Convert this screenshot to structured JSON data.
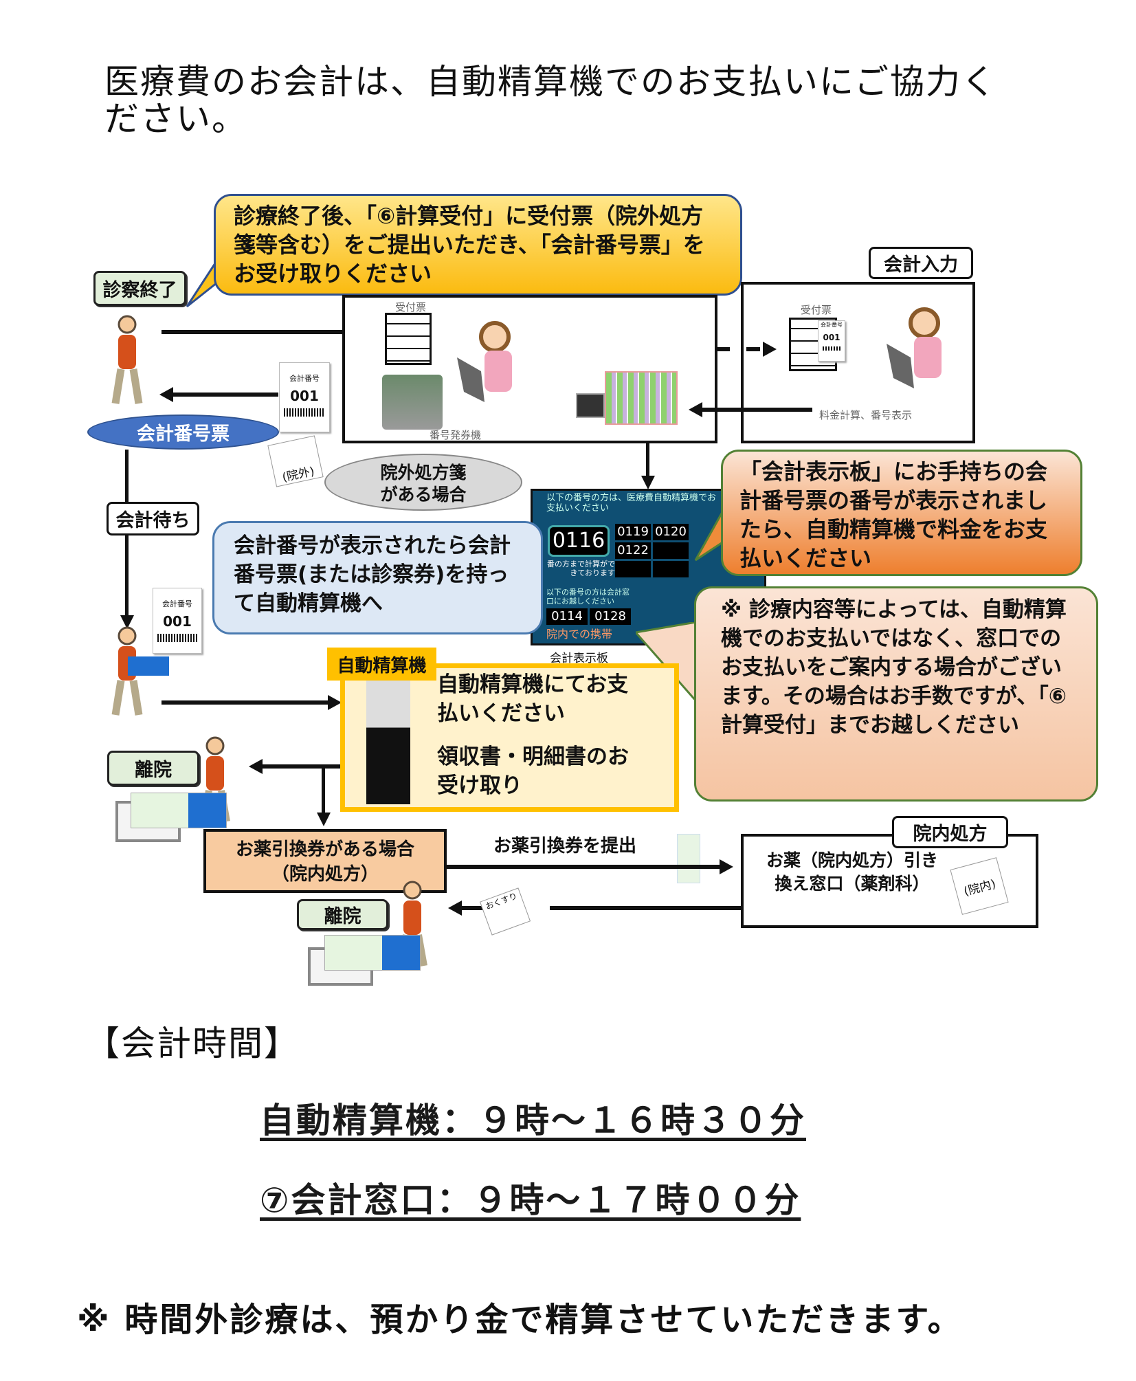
{
  "title": "医療費のお会計は、自動精算機でのお支払いにご協力ください。",
  "flow": {
    "step_finish_label": "診察終了",
    "callout_reception": "診療終了後、「⑥計算受付」に受付票（院外処方箋等含む）をご提出いただき、「会計番号票」をお受け取りください",
    "reception_ticket_caption": "受付票",
    "ticket_machine_caption": "番号発券機",
    "accounting_input_label": "会計入力",
    "accounting_ticket_caption": "受付票",
    "fee_calc_caption": "料金計算、番号表示",
    "ticket_header": "会計番号",
    "ticket_number": "001",
    "accounting_ticket_bubble": "会計番号票",
    "outside_rx_slip": "(院外)",
    "outside_rx_bubble": "院外処方箋がある場合",
    "waiting_label": "会計待ち",
    "board": {
      "header": "以下の番号の方は、医療費自動精算機でお支払いください",
      "current": "0116",
      "numbers": [
        "0119",
        "0120",
        "0122"
      ],
      "sub_text": "番の方まで計算ができております",
      "lower_header": "以下の番号の方は会計窓口にお越しください",
      "lower_numbers": [
        "0114",
        "0128"
      ],
      "footer": "院内での携帯",
      "caption": "会計表示板"
    },
    "callout_board": "「会計表示板」にお手持ちの会計番号票の番号が表示されましたら、自動精算機で料金をお支払いください",
    "callout_go_machine": "会計番号が表示されたら会計番号票(または診察券)を持って自動精算機へ",
    "callout_note": "※ 診療内容等によっては、自動精算機でのお支払いではなく、窓口でのお支払いをご案内する場合がございます。その場合はお手数ですが、「⑥計算受付」までお越しください",
    "machine_label": "自動精算機",
    "machine_text1": "自動精算機にてお支払いください",
    "machine_text2": "領収書・明細書のお受け取り",
    "leave_label": "離院",
    "medicine_voucher_box": "お薬引換券がある場合（院内処方）",
    "submit_voucher": "お薬引換券を提出",
    "inhouse_rx_label": "院内処方",
    "pharmacy_window": "お薬（院内処方）引き換え窓口（薬剤科）",
    "inhouse_slip": "(院内)",
    "medicine_bag": "おくすり",
    "leave_label2": "離院"
  },
  "hours": {
    "heading": "【会計時間】",
    "machine": "自動精算機：９時～１６時３０分",
    "window": "⑦会計窓口：９時～１７時００分"
  },
  "footnote": "※ 時間外診療は、預かり金で精算させていただきます。"
}
